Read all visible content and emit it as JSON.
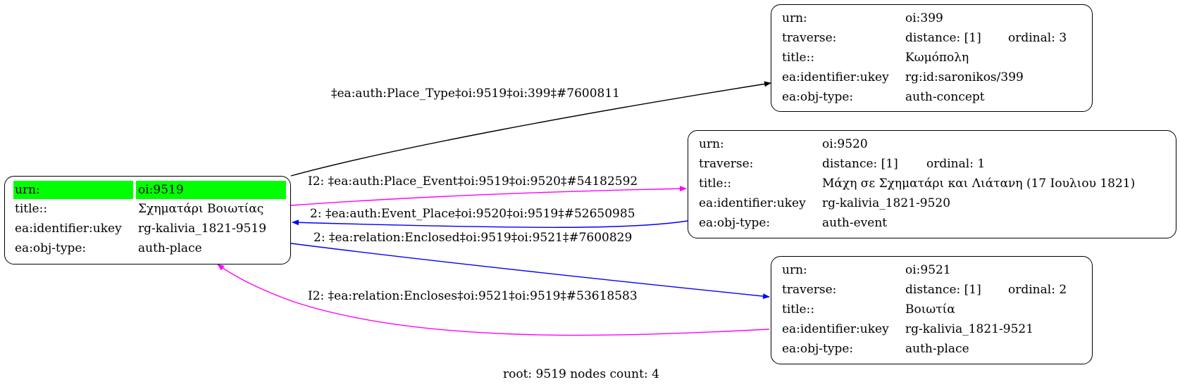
{
  "graph": {
    "root_node": {
      "id": "n9519",
      "rows": [
        {
          "key": "urn:",
          "value": "oi:9519",
          "highlight": true
        },
        {
          "key": "title::",
          "value": "Σχηματάρι Βοιωτίας"
        },
        {
          "key": "ea:identifier:ukey",
          "value": "rg-kalivia_1821-9519"
        },
        {
          "key": "ea:obj-type:",
          "value": "auth-place"
        }
      ],
      "highlight_color": "#00ff00"
    },
    "nodes": [
      {
        "id": "n399",
        "rows": [
          {
            "key": "urn:",
            "value": "oi:399"
          },
          {
            "key": "traverse:",
            "value": "distance: [1]",
            "extra": "ordinal: 3"
          },
          {
            "key": "title::",
            "value": "Κωμόπολη"
          },
          {
            "key": "ea:identifier:ukey",
            "value": "rg:id:saronikos/399"
          },
          {
            "key": "ea:obj-type:",
            "value": "auth-concept"
          }
        ]
      },
      {
        "id": "n9520",
        "rows": [
          {
            "key": "urn:",
            "value": "oi:9520"
          },
          {
            "key": "traverse:",
            "value": "distance: [1]",
            "extra": "ordinal: 1"
          },
          {
            "key": "title::",
            "value": "Μάχη σε Σχηματάρι και Λιάτανη (17 Ιουλιου 1821)"
          },
          {
            "key": "ea:identifier:ukey",
            "value": "rg-kalivia_1821-9520"
          },
          {
            "key": "ea:obj-type:",
            "value": "auth-event"
          }
        ]
      },
      {
        "id": "n9521",
        "rows": [
          {
            "key": "urn:",
            "value": "oi:9521"
          },
          {
            "key": "traverse:",
            "value": "distance: [1]",
            "extra": "ordinal: 2"
          },
          {
            "key": "title::",
            "value": "Βοιωτία"
          },
          {
            "key": "ea:identifier:ukey",
            "value": "rg-kalivia_1821-9521"
          },
          {
            "key": "ea:obj-type:",
            "value": "auth-place"
          }
        ]
      }
    ],
    "edges": [
      {
        "from": "n9519",
        "to": "n399",
        "label": "‡ea:auth:Place_Type‡oi:9519‡oi:399‡#7600811",
        "color": "#000000"
      },
      {
        "from": "n9519",
        "to": "n9520",
        "label": "I2: ‡ea:auth:Place_Event‡oi:9519‡oi:9520‡#54182592",
        "color": "#ff00ff"
      },
      {
        "from": "n9520",
        "to": "n9519",
        "label": "2: ‡ea:auth:Event_Place‡oi:9520‡oi:9519‡#52650985",
        "color": "#0000ff"
      },
      {
        "from": "n9519",
        "to": "n9521",
        "label": "2: ‡ea:relation:Enclosed‡oi:9519‡oi:9521‡#7600829",
        "color": "#0000ff"
      },
      {
        "from": "n9521",
        "to": "n9519",
        "label": "I2: ‡ea:relation:Encloses‡oi:9521‡oi:9519‡#53618583",
        "color": "#ff00ff"
      }
    ],
    "footer": "root: 9519 nodes count: 4"
  }
}
